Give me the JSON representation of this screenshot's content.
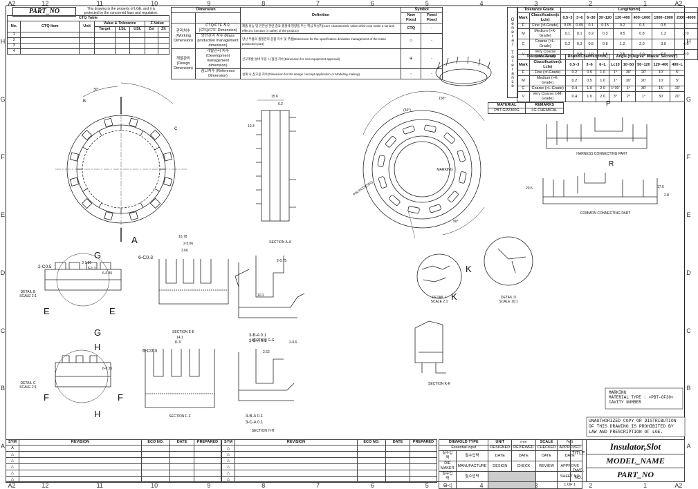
{
  "header": {
    "part_no_title": "PART_NO",
    "notice": "This drawing is the property of LGE, and it is protected by the concerned laws and regulation."
  },
  "ctq_table": {
    "title": "CTQ Table",
    "headers": [
      "No.",
      "CTQ Item",
      "Unit",
      "Value & Tolerance",
      "Z-Value"
    ],
    "sub_headers": [
      "Target",
      "LSL",
      "USL",
      "Zst",
      "Zlt"
    ],
    "rows": [
      "1",
      "2",
      "3",
      "4"
    ]
  },
  "dimension_table": {
    "headers": [
      "Dimension",
      "Definition",
      "Symbol"
    ],
    "symbol_subheaders": [
      "New Fixed",
      "Fixed Fixed"
    ],
    "rows": [
      {
        "group": "관리치수 (Working Dimension)",
        "name": "CTQ/CTF 치수 (CTQ/CTF Dimension)",
        "def": "제품 성능 및 안전성 관련 중요 품질에 영향을 주는 핵심 특성치(Core characteristic value which can make a serious effect to function or safety of the product)",
        "sym": "CTQ"
      },
      {
        "group": "",
        "name": "양산관리 치수 (Mass production management dimension)",
        "def": "양산 부품의 품질관리 중점 치수 및 부품(Dimension for the specification deviation management of the mass production part)",
        "sym": "◇"
      },
      {
        "group": "개발관리 (Design Dimension)",
        "name": "개발관리 치수 (Development management dimension)",
        "def": "신규개발 설비 투입 시 점검 치수(Dimension for new equipment approval)",
        "sym": "⊕"
      },
      {
        "group": "",
        "name": "참고치수 (Reference Dimension)",
        "def": "설계 시 참고용 치수(Dimension for the design concept application or Modeling making)",
        "sym": "-"
      }
    ]
  },
  "general_tolerance": {
    "title": "General Tolerance",
    "length_header": "Length(mm)",
    "grade_header": "Tolerance Grade",
    "mark_header": "Mark",
    "class_header": "Classification(± Lcls)",
    "length_cols": [
      "0.5~3",
      "3~6",
      "6~30",
      "30~120",
      "120~400",
      "400~1000",
      "1000~2000",
      "2000~4000"
    ],
    "rows": [
      {
        "mark": "F",
        "cls": "Fine (>f-Grade)",
        "vals": [
          "0.05",
          "0.05",
          "0.1",
          "0.15",
          "0.2",
          "0.3",
          "0.5",
          "-"
        ]
      },
      {
        "mark": "M",
        "cls": "Medium (>K-Grade)",
        "vals": [
          "0.1",
          "0.1",
          "0.2",
          "0.3",
          "0.5",
          "0.8",
          "1.2",
          "2.0"
        ]
      },
      {
        "mark": "C",
        "cls": "Coarse (>L-Grade)",
        "vals": [
          "0.2",
          "0.3",
          "0.5",
          "0.8",
          "1.2",
          "2.0",
          "3.0",
          "4.0"
        ]
      },
      {
        "mark": "V",
        "cls": "Very Coarse (>M-Grade)",
        "vals": [
          "-",
          "0.5",
          "1.0",
          "1.5",
          "2.5",
          "4.0",
          "6.0",
          "8.0"
        ]
      }
    ],
    "round_header": "Round/Chamfer(±mm)",
    "angle_header": "Angle (±Degree° Minute' Second\")",
    "round_cols": [
      "0.5~3",
      "3~6",
      "6~L"
    ],
    "angle_cols": [
      "Lc10",
      "10~50",
      "50~120",
      "120~400",
      "400~L"
    ],
    "rows2": [
      {
        "mark": "F",
        "cls": "Fine (>f-Grade)",
        "vals": [
          "0.2",
          "0.5",
          "1.0",
          "1°",
          "30'",
          "20'",
          "10'",
          "5'"
        ]
      },
      {
        "mark": "M",
        "cls": "Medium (>K-Grade)",
        "vals": [
          "0.2",
          "0.5",
          "1.0",
          "1°",
          "30'",
          "20'",
          "10'",
          "5'"
        ]
      },
      {
        "mark": "C",
        "cls": "Coarse (>L-Grade)",
        "vals": [
          "0.4",
          "1.0",
          "2.0",
          "1°30'",
          "1°",
          "30'",
          "15'",
          "10'"
        ]
      },
      {
        "mark": "V",
        "cls": "Very Coarse (>M-Grade)",
        "vals": [
          "0.4",
          "1.0",
          "2.0",
          "3°",
          "2°",
          "1°",
          "30'",
          "20'"
        ]
      }
    ]
  },
  "material": {
    "headers": [
      "MATERIAL",
      "REMARKS"
    ],
    "values": [
      "PBT GP2300G",
      "LG CHEMICAL"
    ]
  },
  "zones": {
    "top": [
      "12",
      "11",
      "10",
      "9",
      "8",
      "7",
      "6",
      "5",
      "4",
      "3",
      "2",
      "1"
    ],
    "side": [
      "H",
      "G",
      "F",
      "E",
      "D",
      "C",
      "B",
      "A"
    ],
    "corner": "A2"
  },
  "views": {
    "section_aa": "SECTION A-A",
    "detail_b": "DETAIL B\nSCALE 2:1",
    "detail_c": "DETAIL C\nSCALE 2:1",
    "section_ee": "SECTION E-E",
    "section_ff": "SECTION F-F",
    "section_gg": "SECTION G-G",
    "section_hh": "SECTION H-H",
    "detail_j": "DETAIL J\nSCALE 2:1",
    "detail_d": "DETAIL D\nSCALE 10:1",
    "section_kk": "SECTION K-K",
    "harness": "HARNESS CONNECTING PART",
    "common": "COMMON CONNECTING PART",
    "marking": "MARKING",
    "pin_pcd": "PIN PCD(∅52)",
    "letters": {
      "A": "A",
      "B": "B",
      "C": "C",
      "E": "E",
      "F": "F",
      "G": "G",
      "H": "H",
      "K": "K",
      "P": "P",
      "R": "R",
      "J": "J",
      "D": "D"
    }
  },
  "dims": {
    "d1": "15.6",
    "d2": "6.2",
    "d3": "10.4",
    "d4": "16.78",
    "d5": "2-5.66",
    "d6": "3.66",
    "d7": "6-C0.3",
    "d8": "2-C0.5",
    "d9": "3-1.86",
    "d10": "6-1.3",
    "d11": "6-0.35",
    "d12": "14.1",
    "d13": "11.9",
    "d14": "2-0.75",
    "d15": "10.2",
    "d16": "3-B-A 0.1",
    "d17": "3-C-A 0.1",
    "d18": "2-0.6",
    "d19": "2.62",
    "d20": "20.5",
    "d21": "17.6",
    "d22": "2.8",
    "d23": "150°",
    "d24": "30°",
    "d25": "90°",
    "d26": "(30°)"
  },
  "marking_note": {
    "lines": [
      "MARKING",
      "MATERIAL TYPE : >PBT-GF30<",
      "CAVITY NUMBER"
    ]
  },
  "legal": "UNAUTHORIZED COPY OR DISTRIBUTION OF THIS DRAWING IS PROHIBITED BY LAW AND PRESCRIPTION OF LGE.",
  "revision_block": {
    "headers": [
      "SYM",
      "REVISION",
      "ECO NO.",
      "DATE",
      "PREPARED"
    ]
  },
  "title_block": {
    "die_mold_type": "DIE/MOLD TYPE",
    "unit": "UNIT",
    "unit_val": "mm",
    "scale": "SCALE",
    "scale_val": "N/S",
    "designed": "DESIGNED",
    "reviewed": "REVIEWED",
    "checked": "CHECKED",
    "approved": "APPROVED",
    "date": "DATE",
    "design": "DESIGN",
    "check": "CHECK",
    "review": "REVIEW",
    "approve": "APPROVE",
    "die_maker": "DIE MAKER",
    "manufacture": "MANUFACTURE",
    "sheet_no": "SHEET NO",
    "sheet_val": "1 OF 1",
    "title_label": "TITLE",
    "title_val": "Insulator,Slot",
    "model_val": "MODEL_NAME",
    "dwg_label": "DWG. NO.",
    "dwg_val": "PART_NO",
    "essential": "Essential input",
    "essential2": "필수입력"
  }
}
